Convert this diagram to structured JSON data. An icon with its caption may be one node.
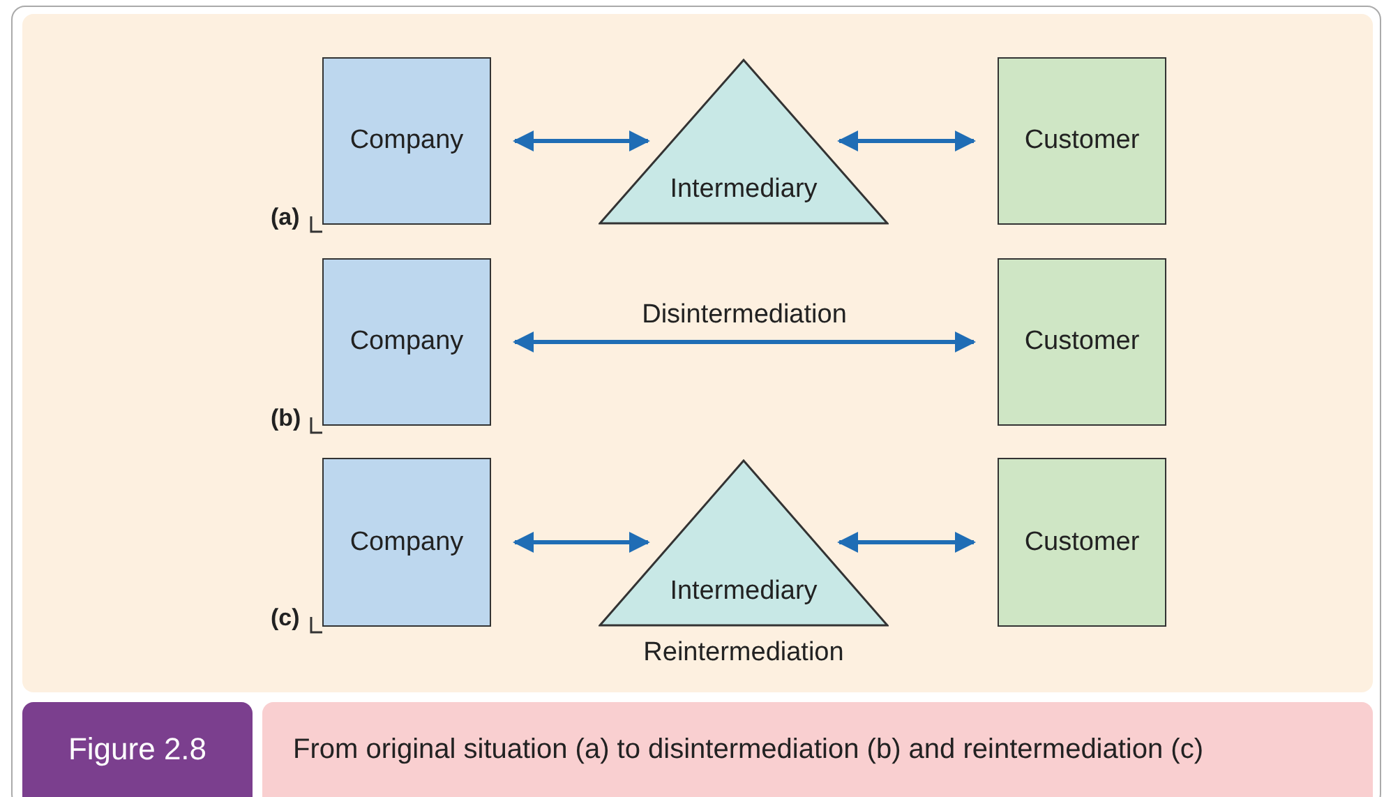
{
  "diagram": {
    "caption": "From original situation (a) to disintermediation (b) and reintermediation (c)",
    "nodes": [
      {
        "text": [
          "Company"
        ]
      },
      {
        "text": [
          "Intermediary"
        ]
      },
      {
        "text": [
          "Customer"
        ]
      },
      {
        "text": [
          "Company"
        ]
      },
      {
        "text": [
          "Customer"
        ]
      },
      {
        "text": [
          "Company"
        ]
      },
      {
        "text": [
          "Intermediary"
        ],
        "beside": [
          "Reintermediation"
        ]
      },
      {
        "text": [
          "Customer"
        ]
      }
    ],
    "edges": [
      {
        "from": 0,
        "to": 1,
        "arrow": "both"
      },
      {
        "from": 1,
        "to": 2,
        "arrow": "both"
      },
      {
        "from": 3,
        "to": 4,
        "arrow": "both",
        "label": "Disintermediation"
      },
      {
        "from": 5,
        "to": 6,
        "arrow": "both"
      },
      {
        "from": 6,
        "to": 7,
        "arrow": "both"
      }
    ],
    "labels": [
      "(a)",
      "(b)",
      "(c)",
      "Figure 2.8"
    ]
  }
}
